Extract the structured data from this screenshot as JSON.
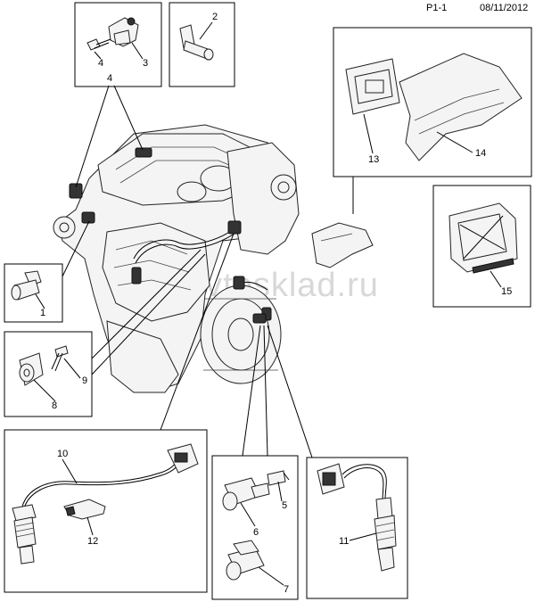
{
  "header": {
    "page_code": "P1-1",
    "date": "08/11/2012"
  },
  "watermark": "avtosklad.ru",
  "callouts": {
    "c1": "1",
    "c2": "2",
    "c3": "3",
    "c4": "4",
    "c5": "5",
    "c6": "6",
    "c7": "7",
    "c8": "8",
    "c9": "9",
    "c10": "10",
    "c11": "11",
    "c12": "12",
    "c13": "13",
    "c14": "14",
    "c15": "15"
  }
}
